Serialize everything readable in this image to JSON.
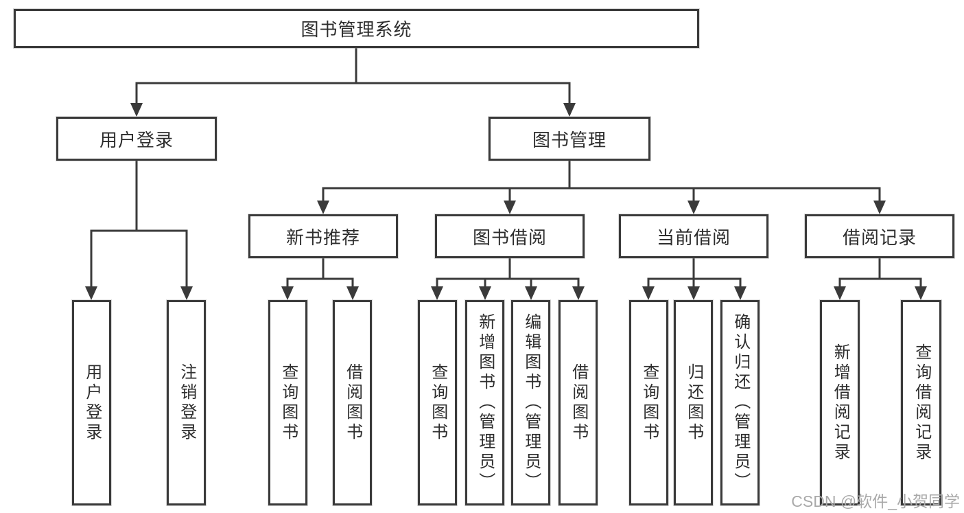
{
  "tree": {
    "root": {
      "label": "图书管理系统",
      "children": [
        {
          "label": "用户登录",
          "children": [
            {
              "label": "用户登录"
            },
            {
              "label": "注销登录"
            }
          ]
        },
        {
          "label": "图书管理",
          "children": [
            {
              "label": "新书推荐",
              "children": [
                {
                  "label": "查询图书"
                },
                {
                  "label": "借阅图书"
                }
              ]
            },
            {
              "label": "图书借阅",
              "children": [
                {
                  "label": "查询图书"
                },
                {
                  "label": "新增图书（管理员）"
                },
                {
                  "label": "编辑图书（管理员）"
                },
                {
                  "label": "借阅图书"
                }
              ]
            },
            {
              "label": "当前借阅",
              "children": [
                {
                  "label": "查询图书"
                },
                {
                  "label": "归还图书"
                },
                {
                  "label": "确认归还（管理员）"
                }
              ]
            },
            {
              "label": "借阅记录",
              "children": [
                {
                  "label": "新增借阅记录"
                },
                {
                  "label": "查询借阅记录"
                }
              ]
            }
          ]
        }
      ]
    }
  },
  "watermark": "CSDN @软件_小贺同学",
  "colors": {
    "line": "#3a3a3a",
    "text": "#2d2d2d",
    "bg": "#ffffff",
    "watermark": "#a9a9a9"
  }
}
